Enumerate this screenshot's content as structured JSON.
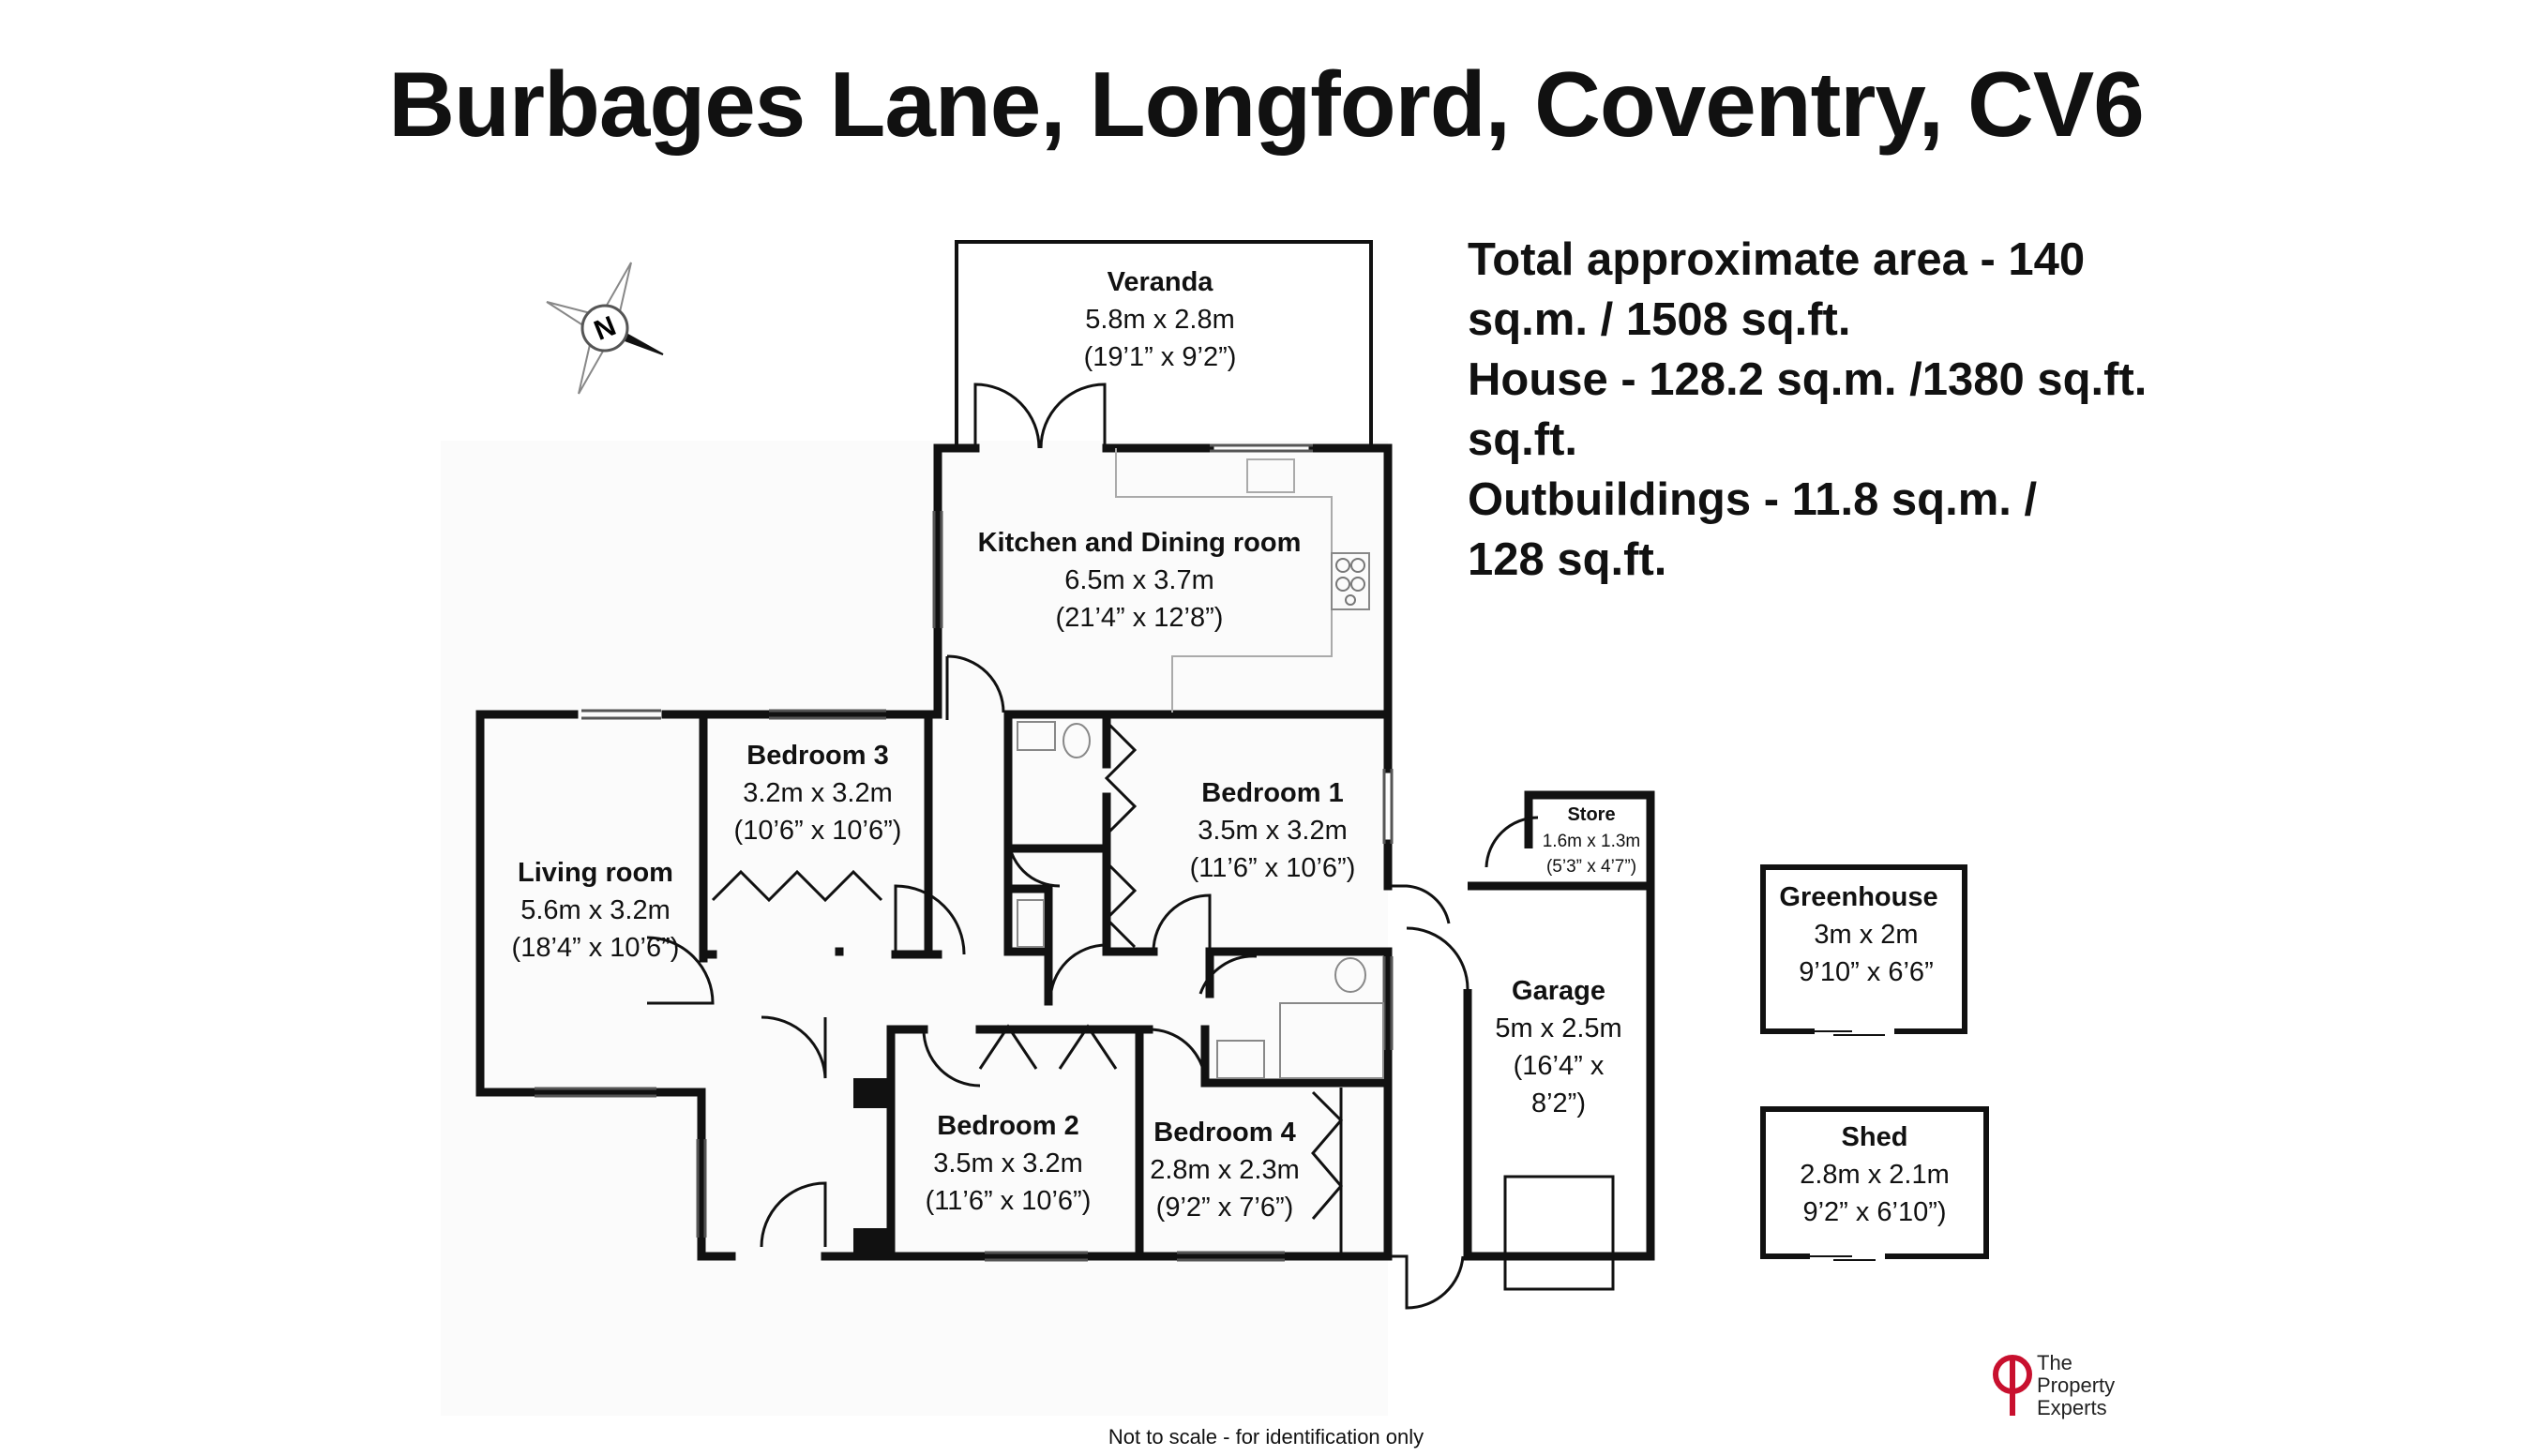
{
  "title": "Burbages Lane, Longford, Coventry, CV6",
  "area_summary": {
    "line1": "Total approximate area - 140",
    "line2": "sq.m. / 1508 sq.ft.",
    "line3": "House - 128.2 sq.m. /1380 sq.ft.",
    "line4": "sq.ft.",
    "line5": "Outbuildings - 11.8 sq.m. /",
    "line6": "128 sq.ft."
  },
  "compass": {
    "label": "N",
    "icon": "compass-icon"
  },
  "rooms": {
    "veranda": {
      "name": "Veranda",
      "metric": "5.8m x 2.8m",
      "imperial": "(19’1” x 9’2”)"
    },
    "kitchen": {
      "name": "Kitchen and Dining room",
      "metric": "6.5m x 3.7m",
      "imperial": "(21’4” x 12’8”)"
    },
    "bedroom3": {
      "name": "Bedroom 3",
      "metric": "3.2m x 3.2m",
      "imperial": "(10’6” x 10’6”)"
    },
    "bedroom1": {
      "name": "Bedroom 1",
      "metric": "3.5m x 3.2m",
      "imperial": "(11’6” x 10’6”)"
    },
    "living": {
      "name": "Living room",
      "metric": "5.6m x 3.2m",
      "imperial": "(18’4” x 10’6”)"
    },
    "store": {
      "name": "Store",
      "metric": "1.6m x 1.3m",
      "imperial": "(5’3” x 4’7”)"
    },
    "garage": {
      "name": "Garage",
      "metric": "5m x 2.5m",
      "imperial1": "(16’4” x",
      "imperial2": "8’2”)"
    },
    "bedroom2": {
      "name": "Bedroom 2",
      "metric": "3.5m x 3.2m",
      "imperial": "(11’6” x 10’6”)"
    },
    "bedroom4": {
      "name": "Bedroom 4",
      "metric": "2.8m x 2.3m",
      "imperial": "(9’2” x 7’6”)"
    },
    "greenhouse": {
      "name": "Greenhouse",
      "metric": "3m x 2m",
      "imperial": "9’10” x 6’6”"
    },
    "shed": {
      "name": "Shed",
      "metric": "2.8m x 2.1m",
      "imperial": "9’2” x 6’10”)"
    }
  },
  "footer": "Not to scale - for identification only",
  "logo": {
    "line1": "The",
    "line2": "Property",
    "line3": "Experts",
    "color": "#c8102e"
  }
}
